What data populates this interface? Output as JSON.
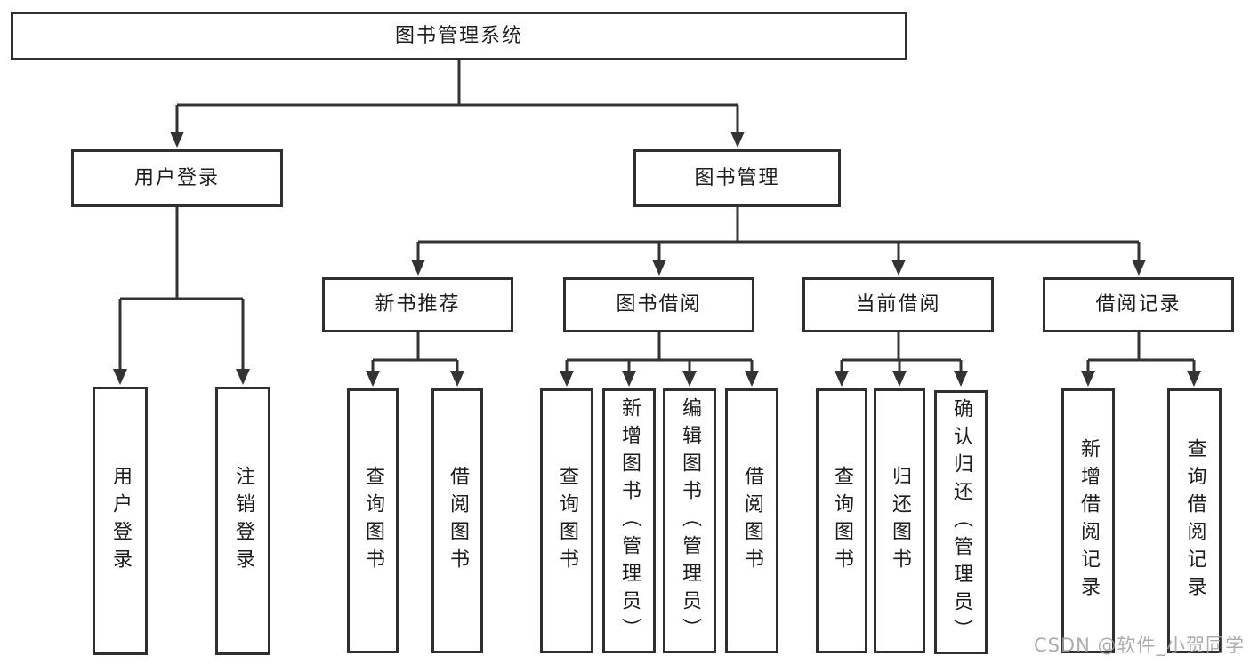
{
  "diagram": {
    "title_node": "图书管理系统",
    "colors": {
      "line": "#333333",
      "box_border": "#2f2f2f",
      "text": "#1c1c1c",
      "watermark": "#9e9e9e",
      "background": "#ffffff"
    },
    "tree": {
      "root": {
        "label": "图书管理系统"
      },
      "branches": [
        {
          "label": "用户登录",
          "children": [
            {
              "label": "用户登录"
            },
            {
              "label": "注销登录"
            }
          ]
        },
        {
          "label": "图书管理",
          "children": [
            {
              "label": "新书推荐",
              "children": [
                {
                  "label": "查询图书"
                },
                {
                  "label": "借阅图书"
                }
              ]
            },
            {
              "label": "图书借阅",
              "children": [
                {
                  "label": "查询图书"
                },
                {
                  "label": "新增图书（管理员）"
                },
                {
                  "label": "编辑图书（管理员）"
                },
                {
                  "label": "借阅图书"
                }
              ]
            },
            {
              "label": "当前借阅",
              "children": [
                {
                  "label": "查询图书"
                },
                {
                  "label": "归还图书"
                },
                {
                  "label": "确认归还（管理员）"
                }
              ]
            },
            {
              "label": "借阅记录",
              "children": [
                {
                  "label": "新增借阅记录"
                },
                {
                  "label": "查询借阅记录"
                }
              ]
            }
          ]
        }
      ]
    }
  },
  "watermark": {
    "text": "CSDN @软件_小贺同学"
  }
}
